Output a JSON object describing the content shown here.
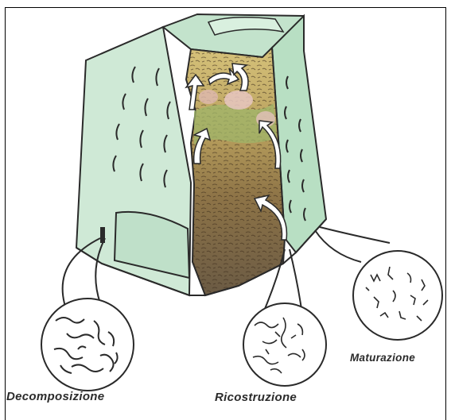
{
  "labels": {
    "decomposizione": "Decomposizione",
    "ricostruzione": "Ricostruzione",
    "maturazione": "Maturazione"
  },
  "colors": {
    "bin": "#cfe9d6",
    "bin_shade": "#b5dcc0",
    "compost_top": "#c9b56a",
    "compost_mid": "#9b8048",
    "compost_bottom": "#6e5a3c",
    "outline": "#2a2a2a"
  },
  "icons": [
    "arrow-up-icon"
  ]
}
